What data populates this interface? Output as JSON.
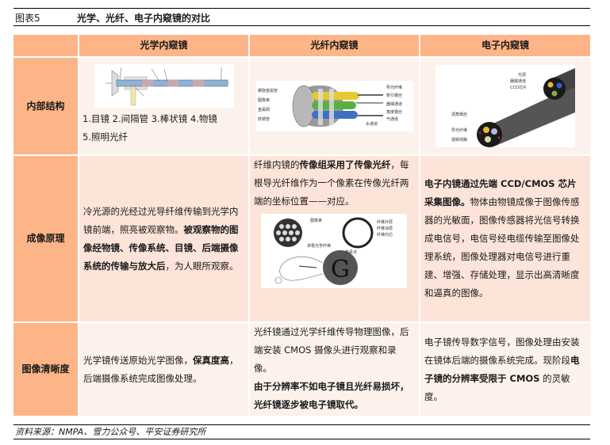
{
  "title": {
    "figure_no": "图表5",
    "text": "光学、光纤、电子内窥镜的对比"
  },
  "table": {
    "columns": [
      "",
      "光学内窥镜",
      "光纤内窥镜",
      "电子内窥镜"
    ],
    "rows": [
      {
        "label": "内部结构",
        "optical": {
          "image": "rigid-endoscope-diagram",
          "caption_line1": "1.目镜  2.间隔管  3.棒状镜  4.物镜",
          "caption_line2": "5.照明光纤"
        },
        "fiber": {
          "image": "fiber-endoscope-cross-section",
          "labels_left": [
            "螺旋金属管",
            "图像束",
            "金属网",
            "软镜管"
          ],
          "labels_right": [
            "导光纤维",
            "牵引钢丝",
            "器械通道",
            "角度钢丝",
            "气通道",
            "水通道"
          ]
        },
        "electronic": {
          "image": "electronic-endoscope-tip",
          "labels_top": [
            "光源",
            "器械通道",
            "CCD芯片"
          ],
          "labels_left": [
            "调角钢丝",
            "导光纤维",
            "视频线路"
          ]
        }
      },
      {
        "label": "成像原理",
        "optical": {
          "plain1": "冷光源的光经过光导纤维传输到光学内镜前端，照亮被观察物。",
          "bold1": "被观察物的图像经物镜、传像系统、目镜、后端摄像系统的传输与放大后",
          "plain2": "，为人眼所观察。"
        },
        "fiber": {
          "plain1": "纤维内镜的",
          "bold1": "传像组采用了传像光纤",
          "plain2": "，每根导光纤维作为一个像素在传像光纤两端的坐标位置——对应。",
          "image": "fiber-bundle-diagram",
          "image_labels": [
            "图像束",
            "单根光学纤维",
            "纤维外层",
            "纤维涂层",
            "纤维内芯",
            "像素点"
          ]
        },
        "electronic": {
          "bold1": "电子内镜通过先端 CCD/CMOS 芯片采集图像。",
          "plain1": "物体由物镜成像于图像传感器的光敏面，图像传感器将光信号转换成电信号，电信号经电缆传输至图像处理系统，图像处理器对电信号进行重建、增强、存储处理，显示出高清晰度和逼真的图像。"
        }
      },
      {
        "label": "图像清晰度",
        "optical": {
          "plain1": "光学镜传送原始光学图像，",
          "bold1": "保真度高",
          "plain2": "，后端摄像系统完成图像处理。"
        },
        "fiber": {
          "plain1": "光纤镜通过光学纤维传导物理图像，后端安装 CMOS 摄像头进行观察和录像。",
          "bold1": "由于分辨率不如电子镜且光纤易损坏，光纤镜逐步被电子镜取代。"
        },
        "electronic": {
          "plain1": "电子镜传导数字信号，图像处理由安装在镜体后端的摄像系统完成。现阶段",
          "bold1": "电子镜的分辨率受限于 CMOS",
          "plain2": " 的灵敏度。"
        }
      }
    ]
  },
  "source": "资料来源：NMPA、雪力公众号、平安证券研究所",
  "colors": {
    "header_bg": "#FDB587",
    "cell_light": "#FDF1EC",
    "cell_peach": "#FDE4D8"
  }
}
